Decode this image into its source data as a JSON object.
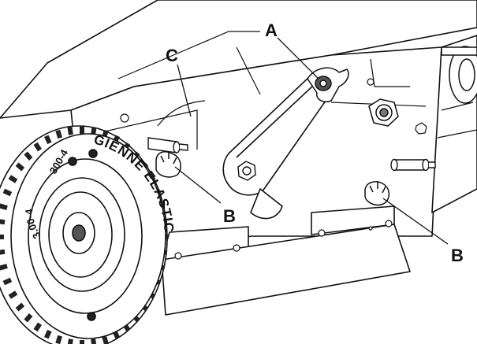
{
  "labels": {
    "a": "A",
    "b1": "B",
    "b2": "B",
    "c": "C"
  },
  "tire": {
    "brand_text": "GIENNE ELASTIC",
    "size_text": "300-4",
    "size_side": "3.00-4"
  },
  "colors": {
    "line": "#111111",
    "background": "#ffffff",
    "shade": "#e6e6e6"
  }
}
